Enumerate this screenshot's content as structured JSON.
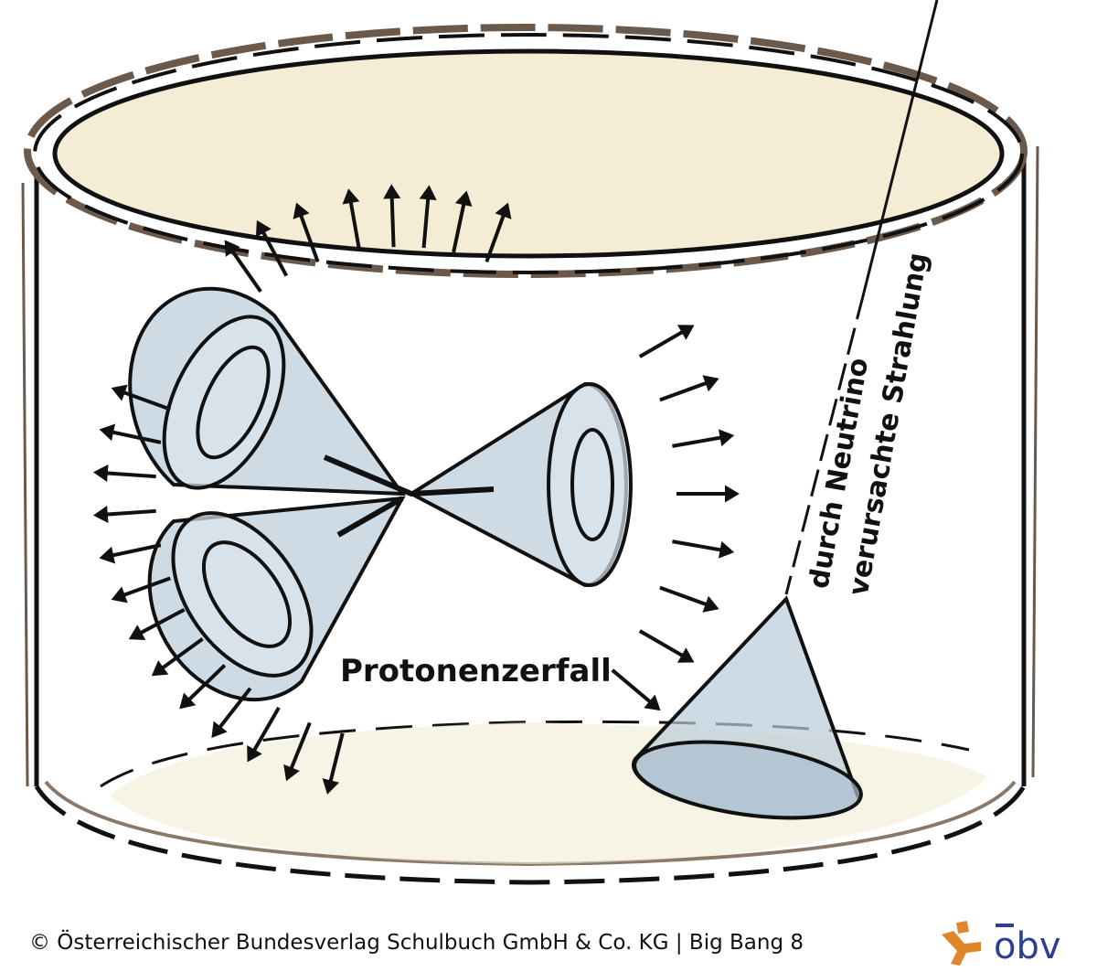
{
  "illustration": {
    "label_decay": "Protonenzerfall",
    "label_neutrino_line1": "durch Neutrino",
    "label_neutrino_line2": "verursachte Strahlung"
  },
  "footer": {
    "copyright": "© Österreichischer Bundesverlag Schulbuch GmbH & Co. KG |  Big Bang 8",
    "logo_text": "öbv"
  },
  "colors": {
    "cream": "#f4ecd4",
    "cone_blue": "#b9ccd8",
    "logo_orange": "#e0862a",
    "logo_blue": "#2b3f94"
  }
}
